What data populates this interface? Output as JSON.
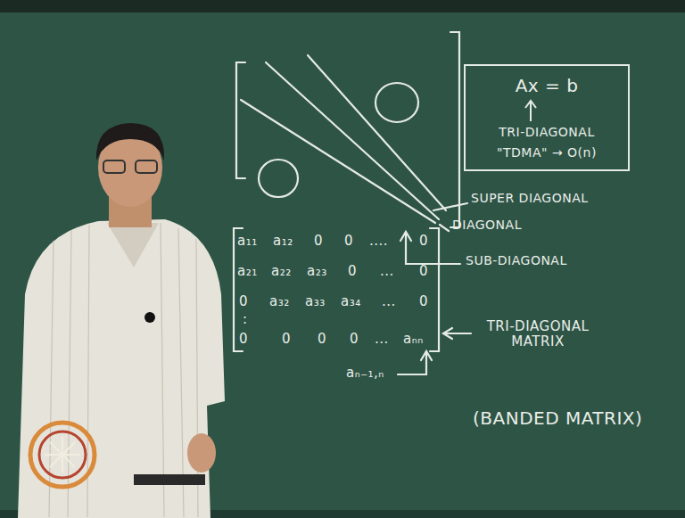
{
  "diagram": {
    "nodes": [
      {
        "text": [
          "Ax = b",
          "TRI-DIAGONAL",
          "\"TDMA\" → O(n)"
        ]
      }
    ],
    "labels": [
      "SUPER DIAGONAL",
      "DIAGONAL",
      "SUB-DIAGONAL",
      "a₁₁",
      "a₁₂",
      "0",
      "0",
      "....",
      "0",
      "a₂₁",
      "a₂₂",
      "a₂₃",
      "0",
      "...",
      "0",
      "0",
      "a₃₂",
      "a₃₃",
      "a₃₄",
      "...",
      "0",
      ":",
      "0",
      "0",
      "0",
      "0",
      "...",
      "aₙₙ",
      "aₙ₋₁,ₙ",
      "TRI-DIAGONAL MATRIX",
      "(BANDED MATRIX)"
    ]
  }
}
